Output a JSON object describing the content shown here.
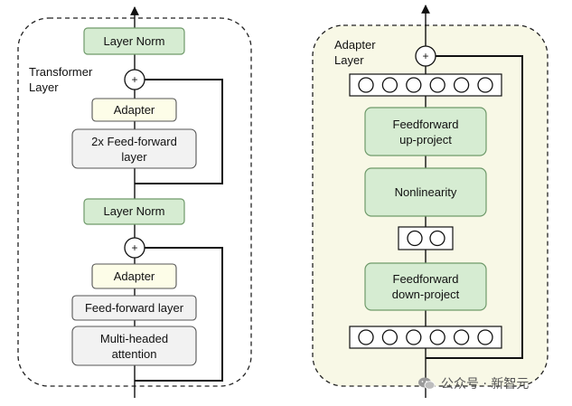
{
  "left_panel": {
    "label_line1": "Transformer",
    "label_line2": "Layer",
    "layer_norm_top": "Layer Norm",
    "adapter_top": "Adapter",
    "ffn_2x_line1": "2x Feed-forward",
    "ffn_2x_line2": "layer",
    "layer_norm_mid": "Layer Norm",
    "adapter_bottom": "Adapter",
    "ffn_bottom": "Feed-forward layer",
    "attention_line1": "Multi-headed",
    "attention_line2": "attention",
    "plus_top": "+",
    "plus_bottom": "+"
  },
  "right_panel": {
    "label_line1": "Adapter",
    "label_line2": "Layer",
    "up_project_line1": "Feedforward",
    "up_project_line2": "up-project",
    "nonlinearity": "Nonlinearity",
    "down_project_line1": "Feedforward",
    "down_project_line2": "down-project",
    "plus": "+",
    "top_vector_units": 6,
    "bottleneck_units": 2,
    "bottom_vector_units": 6
  },
  "watermark": {
    "text": "公众号 · 新智元"
  },
  "colors": {
    "green_box": "#d6ecd2",
    "green_border": "#6f9a6a",
    "adapter_box": "#fdfde8",
    "gray_box": "#f2f2f2",
    "gray_border": "#555555",
    "adapter_panel": "#f8f8e6",
    "line": "#111111"
  }
}
